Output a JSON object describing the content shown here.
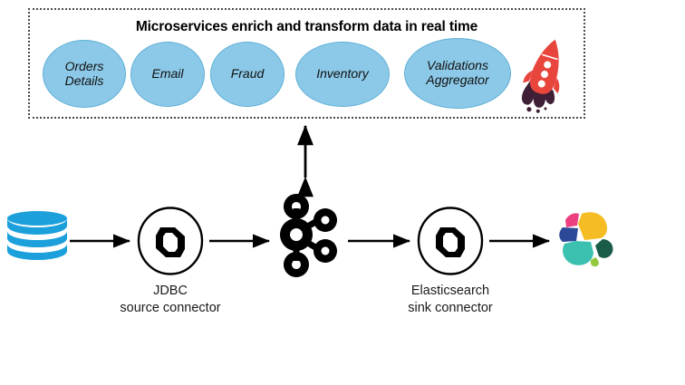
{
  "diagram": {
    "title": "Microservices enrich and transform data in real time",
    "microservices": [
      {
        "name": "orders-details",
        "label_line1": "Orders",
        "label_line2": "Details"
      },
      {
        "name": "email",
        "label_line1": "Email",
        "label_line2": ""
      },
      {
        "name": "fraud",
        "label_line1": "Fraud",
        "label_line2": ""
      },
      {
        "name": "inventory",
        "label_line1": "Inventory",
        "label_line2": ""
      },
      {
        "name": "validations-aggregator",
        "label_line1": "Validations",
        "label_line2": "Aggregator"
      }
    ],
    "pipeline": {
      "database_icon": "database-cylinder-icon",
      "source_connector_icon": "kafka-connect-icon",
      "source_connector_caption_line1": "JDBC",
      "source_connector_caption_line2": "source connector",
      "kafka_icon": "apache-kafka-icon",
      "sink_connector_icon": "kafka-connect-icon",
      "sink_connector_caption_line1": "Elasticsearch",
      "sink_connector_caption_line2": "sink connector",
      "elasticsearch_icon": "elasticsearch-icon",
      "rocket_icon": "rocket-icon"
    },
    "colors": {
      "ellipse_fill": "#8CC9E8",
      "ellipse_stroke": "#5FAFD6",
      "database_blue": "#1CA0DC",
      "arrow_black": "#000000",
      "box_border": "#4a4a4a",
      "rocket_red": "#E8453C",
      "rocket_smoke": "#3E1F35",
      "es_yellow": "#F5BD23",
      "es_pink": "#ED3F7F",
      "es_blue": "#2B4899",
      "es_teal": "#3CC0B0",
      "es_darkgreen": "#1B5B49",
      "es_lightgreen": "#93C83E"
    }
  }
}
